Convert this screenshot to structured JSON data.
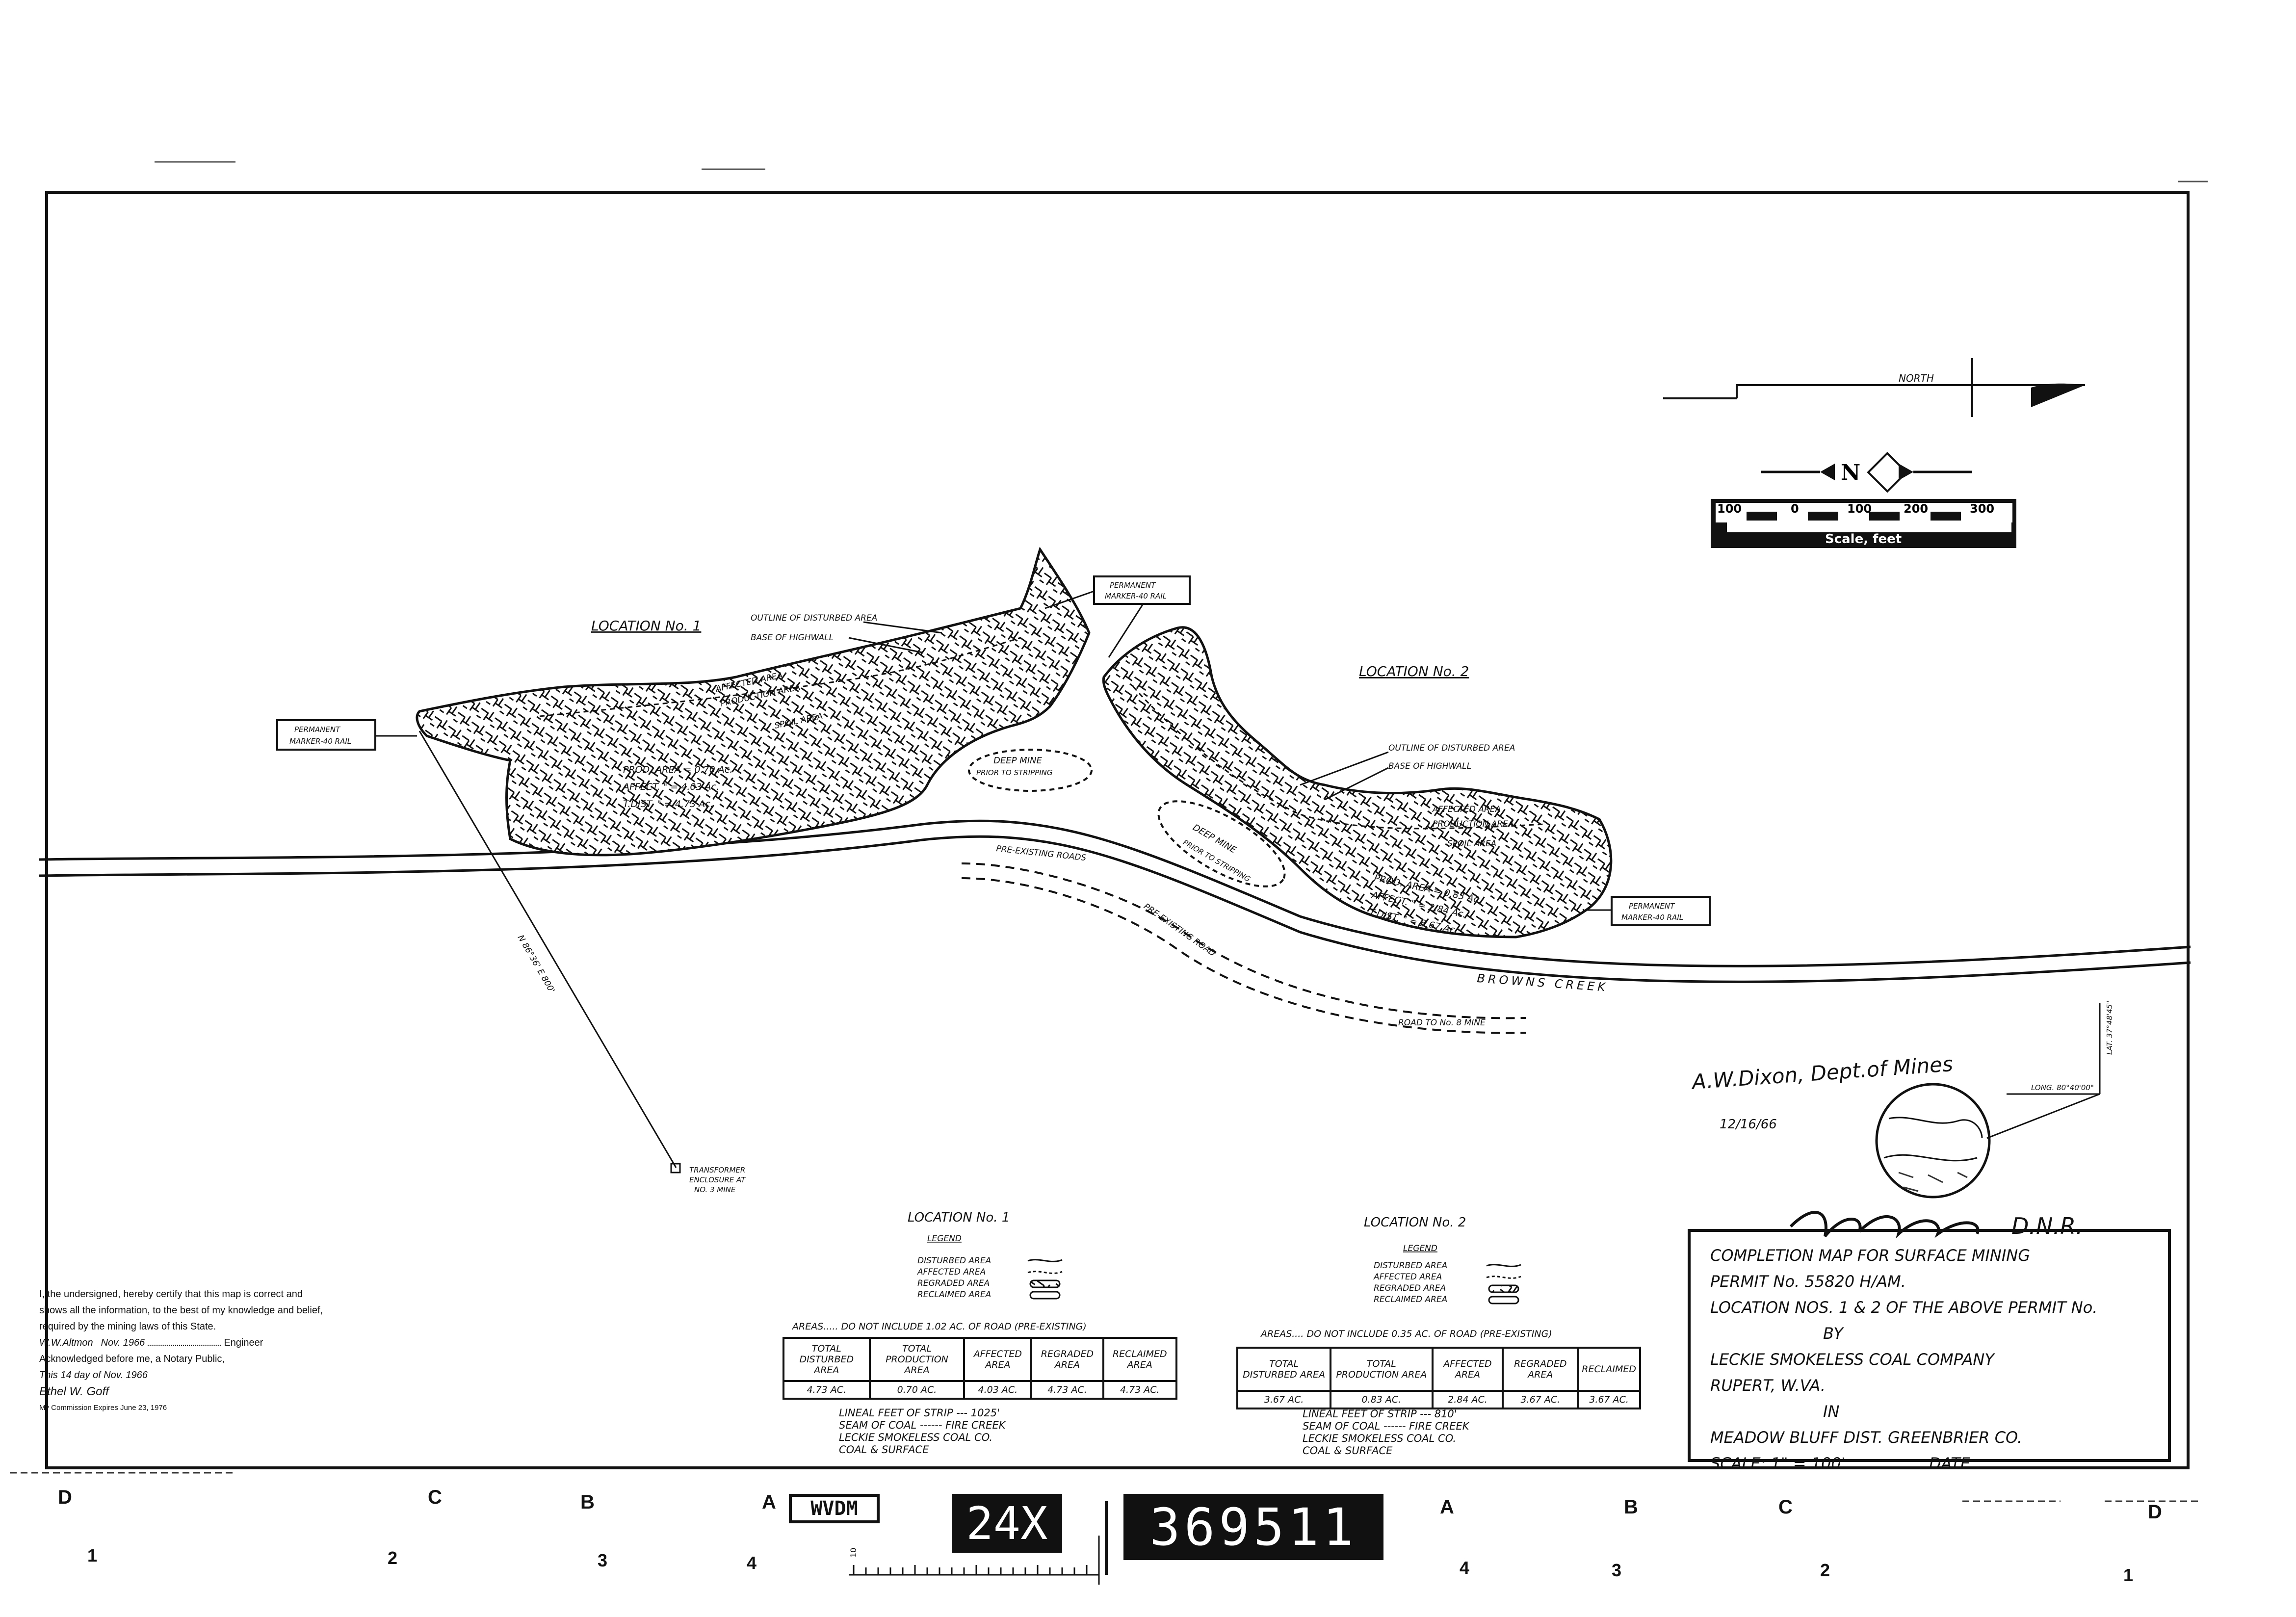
{
  "map": {
    "location1_label": "LOCATION  No. 1",
    "location2_label": "LOCATION  No. 2",
    "outline_label_1": "OUTLINE OF DISTURBED AREA",
    "base_highwall_1": "BASE OF HIGHWALL",
    "outline_label_2": "OUTLINE OF DISTURBED AREA",
    "base_highwall_2": "BASE OF HIGHWALL",
    "marker_1_line1": "PERMANENT",
    "marker_1_line2": "MARKER-40 RAIL",
    "marker_2_line1": "PERMANENT",
    "marker_2_line2": "MARKER-40 RAIL",
    "marker_3_line1": "PERMANENT",
    "marker_3_line2": "MARKER-40 RAIL",
    "deep_mine_1": "DEEP MINE",
    "deep_mine_1_sub": "PRIOR TO STRIPPING",
    "deep_mine_2": "DEEP MINE",
    "deep_mine_2_sub": "PRIOR TO STRIPPING",
    "pre_existing_road": "PRE-EXISTING ROADS",
    "pre_existing_road_2": "PRE-EXISTING ROAD",
    "road_to_mine": "ROAD TO No. 8 MINE",
    "creek": "BROWNS CREEK",
    "bearing": "N 86°36' E 800'",
    "transformer_1": "TRANSFORMER",
    "transformer_2": "ENCLOSURE AT",
    "transformer_3": "NO. 3 MINE",
    "loc1_prod": "PROD.   AREA  = 0.70 Ac.",
    "loc1_affect": "AFFECT.    \"    = 4.03 Ac.",
    "loc1_tdist": "T.DIST.    \"    = 4.73 Ac.",
    "loc2_prod": "PROD.   AREA  = 0.83 Ac.",
    "loc2_affect": "AFFECT.   \"    = 2.84 Ac.",
    "loc2_tdist": "T.DIST.   \"    = 3.67 Ac.",
    "spoil_area": "SPOIL AREA",
    "affected_area": "AFFECTED AREA",
    "production_area": "PRODUCTION AREA",
    "north_label": "NORTH",
    "lat_label": "LAT. 37°48'45\"",
    "long_label": "LONG. 80°40'00\"",
    "compass_letter": "N"
  },
  "scale_bar": {
    "labels": [
      "100",
      "0",
      "100",
      "200",
      "300"
    ],
    "caption": "Scale, feet"
  },
  "signatures": {
    "approval": "A.W.Dixon, Dept.of Mines",
    "approval_date": "12/16/66",
    "dnr": "D.N.R."
  },
  "legend1": {
    "title": "LOCATION  No. 1",
    "heading": "LEGEND",
    "items": [
      "DISTURBED AREA",
      "AFFECTED AREA",
      "REGRADED AREA",
      "RECLAIMED AREA"
    ],
    "areas_note": "AREAS..... DO NOT INCLUDE 1.02 AC. OF ROAD (PRE-EXISTING)",
    "headers": [
      "TOTAL DISTURBED AREA",
      "TOTAL PRODUCTION AREA",
      "AFFECTED AREA",
      "REGRADED AREA",
      "RECLAIMED AREA"
    ],
    "values": [
      "4.73 AC.",
      "0.70 AC.",
      "4.03 AC.",
      "4.73 AC.",
      "4.73 AC."
    ],
    "notes": [
      "LINEAL  FEET OF STRIP --- 1025'",
      "SEAM  OF COAL ------ FIRE CREEK",
      "LECKIE SMOKELESS COAL CO.",
      "COAL & SURFACE"
    ]
  },
  "legend2": {
    "title": "LOCATION  No. 2",
    "heading": "LEGEND",
    "items": [
      "DISTURBED AREA",
      "AFFECTED AREA",
      "REGRADED AREA",
      "RECLAIMED AREA"
    ],
    "areas_note": "AREAS.... DO NOT INCLUDE 0.35 AC. OF ROAD (PRE-EXISTING)",
    "headers": [
      "TOTAL DISTURBED AREA",
      "TOTAL PRODUCTION AREA",
      "AFFECTED AREA",
      "REGRADED AREA",
      "RECLAIMED"
    ],
    "values": [
      "3.67 AC.",
      "0.83 AC.",
      "2.84 AC.",
      "3.67 AC.",
      "3.67 AC."
    ],
    "notes": [
      "LINEAL  FEET OF STRIP --- 810'",
      "SEAM  OF COAL ------ FIRE CREEK",
      "LECKIE SMOKELESS COAL CO.",
      "COAL & SURFACE"
    ]
  },
  "title_block": {
    "line1": "COMPLETION   MAP FOR SURFACE  MINING",
    "line2": "PERMIT  No.   55820 H/AM.",
    "line3": "LOCATION   NOS. 1 & 2   OF THE ABOVE PERMIT No.",
    "line4": "BY",
    "line5": "LECKIE  SMOKELESS  COAL  COMPANY",
    "line6": "RUPERT,  W.VA.",
    "line7": "IN",
    "line8": "MEADOW  BLUFF DIST.    GREENBRIER CO.",
    "line9_scale": "SCALE:  1\" = 100'",
    "line9_date": "DATE"
  },
  "certification": {
    "line1": "I, the undersigned, hereby certify that this map is correct and",
    "line2": "shows all the information, to the best of my knowledge and belief,",
    "line3": "required by the mining laws of this State.",
    "line4_date": "Nov. 1966",
    "line4_role": "Engineer",
    "line5": "Acknowledged before me, a Notary Public,",
    "line6": "This  14  day of   Nov. 1966",
    "line7": "My Commission Expires June 23, 1976"
  },
  "film_strip": {
    "label_wvdm": "WVDM",
    "reduction": "24X",
    "frame_number": "369511",
    "letters": [
      "D",
      "C",
      "B",
      "A",
      "A",
      "B",
      "C",
      "D"
    ],
    "numbers": [
      "1",
      "2",
      "3",
      "4",
      "4",
      "3",
      "2",
      "1"
    ],
    "ruler_label": "10"
  }
}
